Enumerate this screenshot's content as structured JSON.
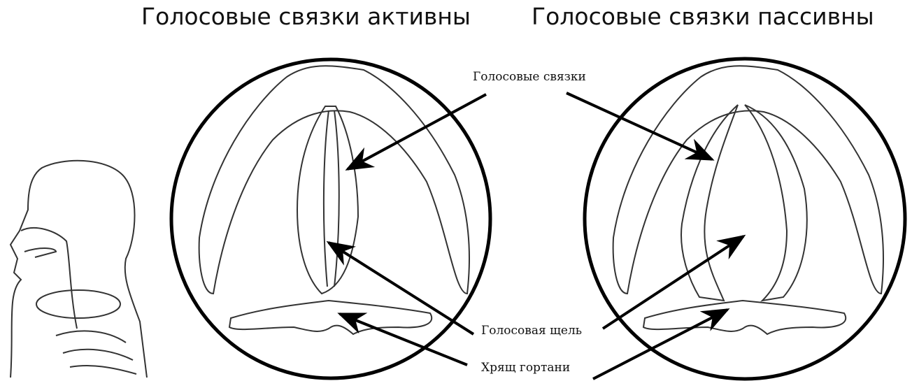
{
  "titles": {
    "active": "Голосовые связки активны",
    "passive": "Голосовые связки пассивны"
  },
  "labels": {
    "vocal_cords": "Голосовые связки",
    "glottis": "Голосовая щель",
    "cartilage": "Хрящ гортани"
  }
}
